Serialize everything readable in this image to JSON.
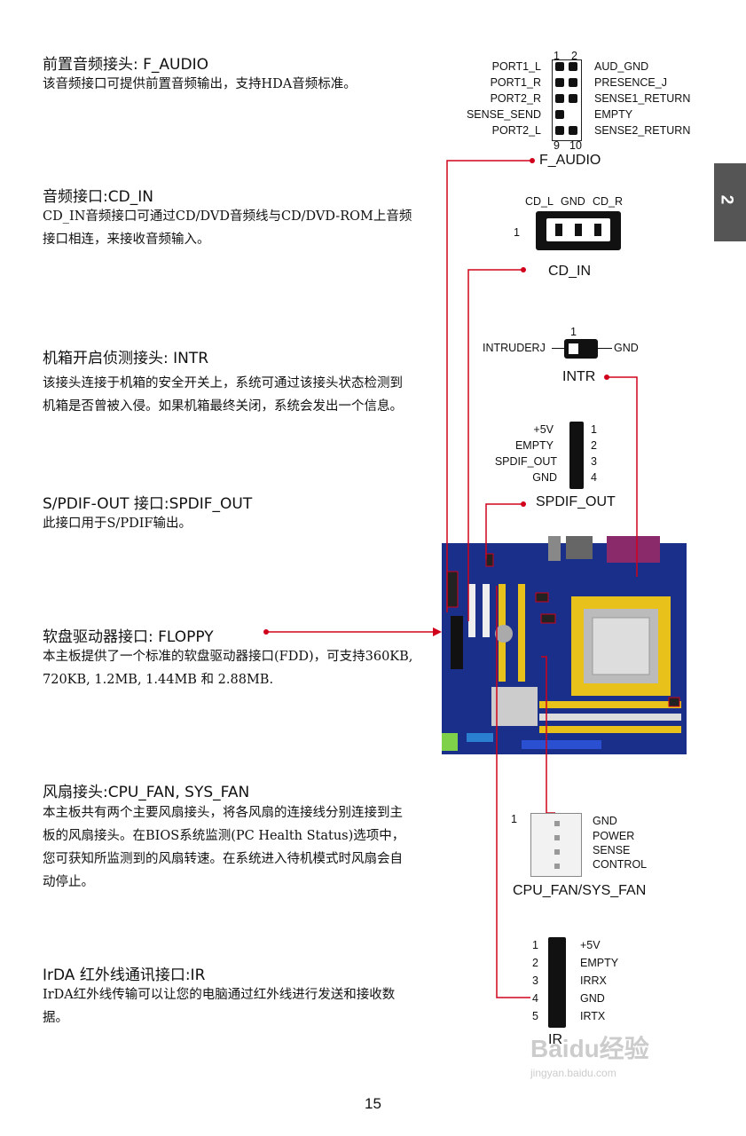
{
  "sections": {
    "audio": {
      "title": "前置音频接头: F_AUDIO",
      "body": "该音频接口可提供前置音频输出，支持HDA音频标准。"
    },
    "cdin": {
      "title": "音频接口:CD_IN",
      "body": "CD_IN音频接口可通过CD/DVD音频线与CD/DVD-ROM上音频接口相连，来接收音频输入。"
    },
    "intr": {
      "title": "机箱开启侦测接头: INTR",
      "body": "该接头连接于机箱的安全开关上，系统可通过该接头状态检测到机箱是否曾被入侵。如果机箱最终关闭，系统会发出一个信息。"
    },
    "spdif": {
      "title": "S/PDIF-OUT  接口:SPDIF_OUT",
      "body": "此接口用于S/PDIF输出。"
    },
    "floppy": {
      "title": "软盘驱动器接口: FLOPPY",
      "body": "本主板提供了一个标准的软盘驱动器接口(FDD)，可支持360KB, 720KB, 1.2MB, 1.44MB 和 2.88MB."
    },
    "fan": {
      "title": "风扇接头:CPU_FAN, SYS_FAN",
      "body": "本主板共有两个主要风扇接头，将各风扇的连接线分别连接到主板的风扇接头。在BIOS系统监测(PC Health Status)选项中，您可获知所监测到的风扇转速。在系统进入待机模式时风扇会自动停止。"
    },
    "irda": {
      "title": "IrDA  红外线通讯接口:IR",
      "body": "IrDA红外线传输可以让您的电脑通过红外线进行发送和接收数据。"
    }
  },
  "faudio": {
    "pin_top": [
      "1",
      "2"
    ],
    "pin_bottom": [
      "9",
      "10"
    ],
    "left_labels": [
      "PORT1_L",
      "PORT1_R",
      "PORT2_R",
      "SENSE_SEND",
      "PORT2_L"
    ],
    "right_labels": [
      "AUD_GND",
      "PRESENCE_J",
      "SENSE1_RETURN",
      "EMPTY",
      "SENSE2_RETURN"
    ],
    "caption": "F_AUDIO"
  },
  "cdin_diagram": {
    "labels": [
      "CD_L",
      "GND",
      "CD_R"
    ],
    "pin1": "1",
    "caption": "CD_IN"
  },
  "intr_diagram": {
    "pin1": "1",
    "left": "INTRUDERJ",
    "right": "GND",
    "caption": "INTR"
  },
  "spdif_diagram": {
    "labels": [
      "+5V",
      "EMPTY",
      "SPDIF_OUT",
      "GND"
    ],
    "numbers": [
      "1",
      "2",
      "3",
      "4"
    ],
    "caption": "SPDIF_OUT"
  },
  "fan_diagram": {
    "pin1": "1",
    "labels": [
      "GND",
      "POWER",
      "SENSE",
      "CONTROL"
    ],
    "caption": "CPU_FAN/SYS_FAN"
  },
  "ir_diagram": {
    "numbers": [
      "1",
      "2",
      "3",
      "4",
      "5"
    ],
    "labels": [
      "+5V",
      "EMPTY",
      "IRRX",
      "GND",
      "IRTX"
    ],
    "caption": "IR"
  },
  "side_tab": "2",
  "page_number": "15",
  "watermark": {
    "brand": "Baidu经验",
    "url": "jingyan.baidu.com"
  },
  "colors": {
    "accent_line": "#d0021b",
    "tab_bg": "#555555",
    "board_blue": "#1a2f8a",
    "socket_yellow": "#e8c21a"
  }
}
